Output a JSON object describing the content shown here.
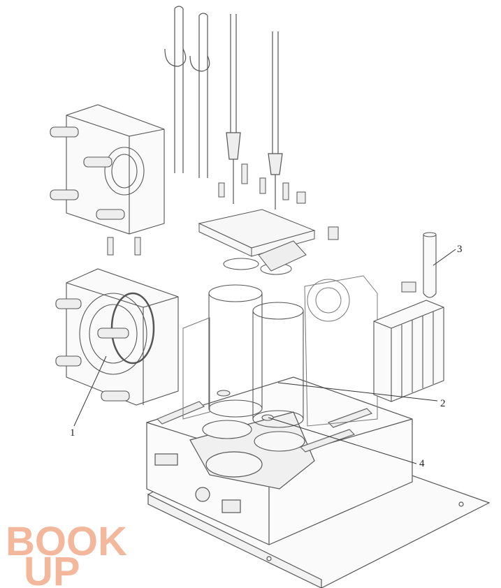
{
  "callouts": [
    {
      "id": "1",
      "label": "1"
    },
    {
      "id": "2",
      "label": "2"
    },
    {
      "id": "3",
      "label": "3"
    },
    {
      "id": "4",
      "label": "4"
    }
  ],
  "watermark": {
    "top": "BOOK",
    "bottom": "UP",
    "color": "#f0a07a"
  },
  "colors": {
    "ink": "#4a4a4a",
    "light_ink": "#9a9a9a",
    "fill": "#f6f6f6"
  }
}
